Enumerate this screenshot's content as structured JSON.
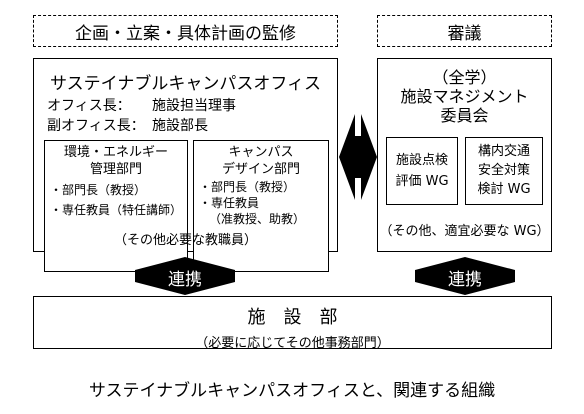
{
  "header_left": "企画・立案・具体計画の監修",
  "header_right": "審議",
  "office": {
    "title": "サステイナブルキャンパスオフィス",
    "head_label": "オフィス長：",
    "head_value": "施設担当理事",
    "deputy_label": "副オフィス長：",
    "deputy_value": "施設部長",
    "dept_env": {
      "title_line1": "環境・エネルギー",
      "title_line2": "管理部門",
      "items": [
        "・部門長（教授）",
        "・専任教員（特任講師）"
      ]
    },
    "dept_design": {
      "title_line1": "キャンパス",
      "title_line2": "デザイン部門",
      "items": [
        "・部門長（教授）",
        "・専任教員",
        "（准教授、助教）"
      ]
    },
    "footer": "（その他必要な教職員）"
  },
  "committee": {
    "title_line1": "（全学）",
    "title_line2": "施設マネジメント",
    "title_line3": "委員会",
    "wg1_line1": "施設点検",
    "wg1_line2": "評価 WG",
    "wg2_line1": "構内交通",
    "wg2_line2": "安全対策",
    "wg2_line3": "検討 WG",
    "footer": "（その他、適宜必要な WG）"
  },
  "link_left": "連携",
  "link_right": "連携",
  "facilities": {
    "title": "施　設　部",
    "subtitle": "（必要に応じてその他事務部門）"
  },
  "caption": "サステイナブルキャンパスオフィスと、関連する組織"
}
